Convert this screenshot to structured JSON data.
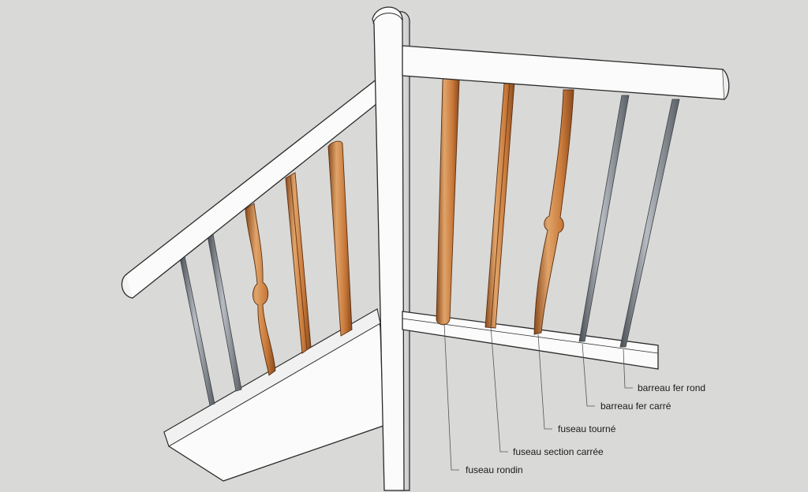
{
  "colors": {
    "background": "#d9d9d7",
    "white_wood": "#fbfbfb",
    "outline": "#2a2a2a",
    "wood": "#c97a3a",
    "wood_dark": "#8a4a1e",
    "wood_light": "#e0a46a",
    "iron": "#8c9298",
    "iron_dark": "#4a4f55",
    "leader": "#555555"
  },
  "labels": {
    "fuseau_rondin": "fuseau rondin",
    "fuseau_section_carree": "fuseau section carrée",
    "fuseau_tourne": "fuseau tourné",
    "barreau_fer_carre": "barreau fer carré",
    "barreau_fer_rond": "barreau fer rond"
  }
}
